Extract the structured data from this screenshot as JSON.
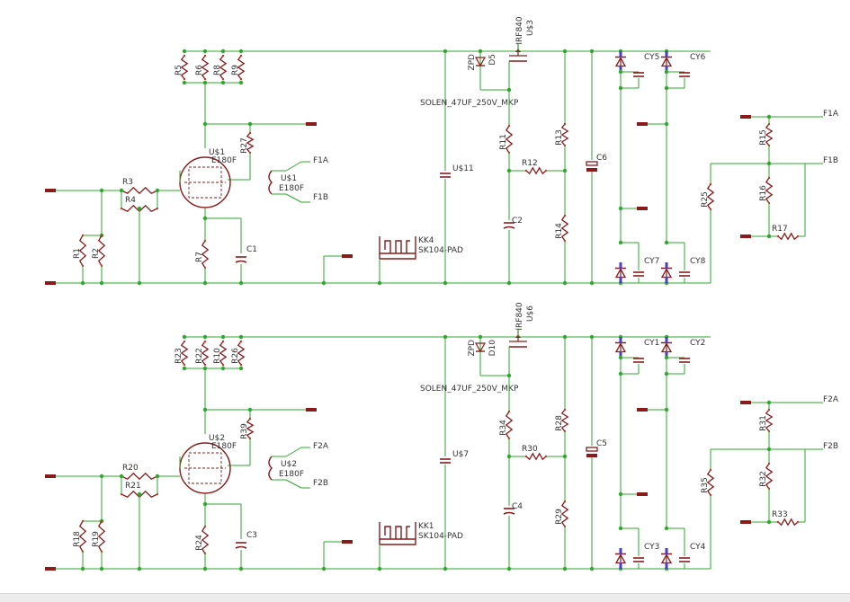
{
  "colors": {
    "wire": "#2ea82e",
    "part": "#8b1a1a",
    "pin": "#c0392b",
    "junction": "#2ea82e",
    "label": "#333333",
    "background": "#ffffff",
    "diode_bar": "#4b3fbf"
  },
  "stages": [
    {
      "resistors_top": [
        "R5",
        "R6",
        "R8",
        "R9"
      ],
      "tube_name": "U$1",
      "tube_value": "E180F",
      "filament_name": "U$1",
      "filament_value": "E180F",
      "grid_r1": "R3",
      "grid_r2": "R4",
      "anode_r": "R27",
      "input_r1": "R1",
      "input_r2": "R2",
      "cathode_r": "R7",
      "cathode_c": "C1",
      "fil_a": "F1A",
      "fil_b": "F1B",
      "heatsink_name": "KK4",
      "heatsink_value": "SK104-PAD",
      "cap_big": "U$11",
      "solen": "SOLEN_47UF_250V_MKP",
      "zener_name": "D5",
      "zener_value": "ZPD",
      "mosfet_name": "U$3",
      "mosfet_value": "IRF840",
      "r_a": "R11",
      "r_b": "R12",
      "r_c": "R13",
      "r_d": "R14",
      "c_elec": "C2",
      "c_out": "C6",
      "cy_tl": "CY5",
      "cy_tr": "CY6",
      "cy_bl": "CY7",
      "cy_br": "CY8",
      "r_side": "R25",
      "r_f1": "R15",
      "r_f2": "R16",
      "r_f3": "R17",
      "out_a": "F1A",
      "out_b": "F1B"
    },
    {
      "resistors_top": [
        "R23",
        "R22",
        "R10",
        "R26"
      ],
      "tube_name": "U$2",
      "tube_value": "E180F",
      "filament_name": "U$2",
      "filament_value": "E180F",
      "grid_r1": "R20",
      "grid_r2": "R21",
      "anode_r": "R39",
      "input_r1": "R18",
      "input_r2": "R19",
      "cathode_r": "R24",
      "cathode_c": "C3",
      "fil_a": "F2A",
      "fil_b": "F2B",
      "heatsink_name": "KK1",
      "heatsink_value": "SK104-PAD",
      "cap_big": "U$7",
      "solen": "SOLEN_47UF_250V_MKP",
      "zener_name": "D10",
      "zener_value": "ZPD",
      "mosfet_name": "U$6",
      "mosfet_value": "IRF840",
      "r_a": "R34",
      "r_b": "R30",
      "r_c": "R28",
      "r_d": "R29",
      "c_elec": "C4",
      "c_out": "C5",
      "cy_tl": "CY1",
      "cy_tr": "CY2",
      "cy_bl": "CY3",
      "cy_br": "CY4",
      "r_side": "R35",
      "r_f1": "R31",
      "r_f2": "R32",
      "r_f3": "R33",
      "out_a": "F2A",
      "out_b": "F2B"
    }
  ]
}
